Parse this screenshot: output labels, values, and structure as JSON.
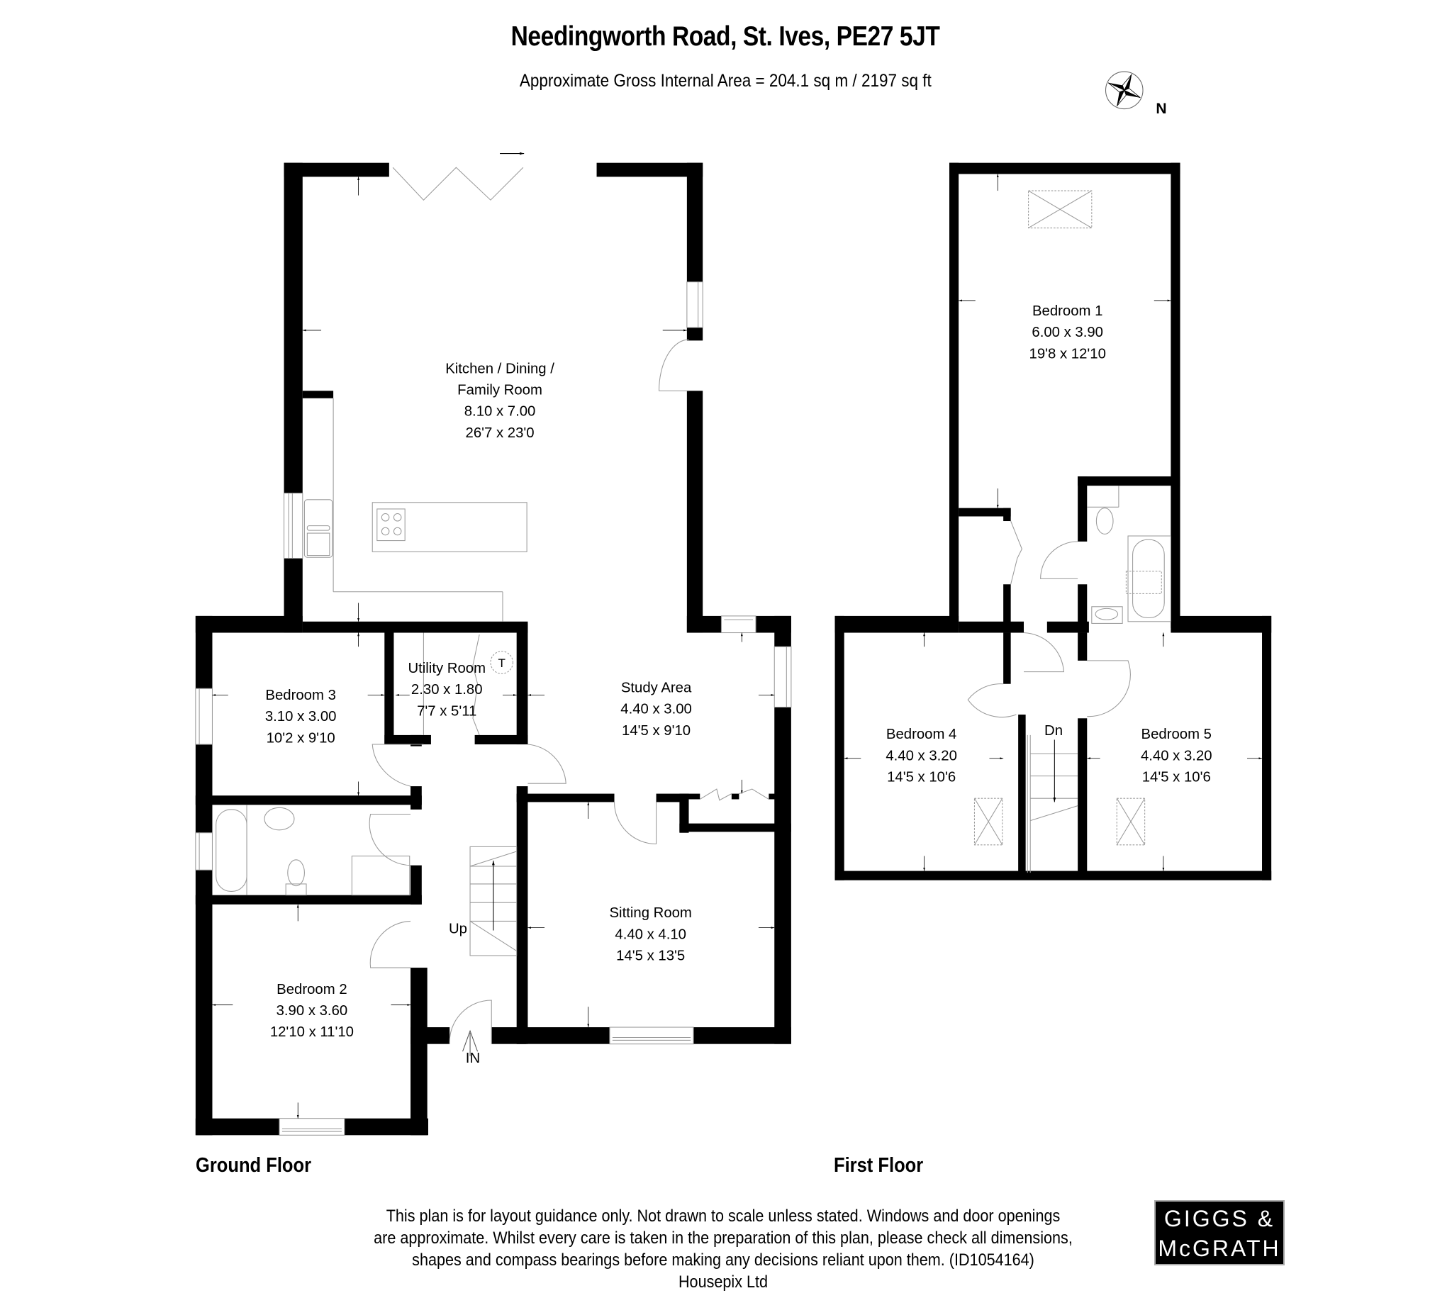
{
  "header": {
    "title": "Needingworth Road, St. Ives, PE27 5JT",
    "subtitle": "Approximate Gross Internal Area = 204.1 sq m / 2197 sq ft",
    "compass_label": "N",
    "compass_icon": "compass-rose-icon"
  },
  "ground_floor": {
    "label": "Ground Floor",
    "rooms": [
      {
        "name": "Kitchen / Dining /",
        "name2": "Family Room",
        "metric": "8.10 x 7.00",
        "imperial": "26'7 x 23'0"
      },
      {
        "name": "Bedroom 3",
        "metric": "3.10 x 3.00",
        "imperial": "10'2 x 9'10"
      },
      {
        "name": "Utility Room",
        "metric": "2.30 x 1.80",
        "imperial": "7'7 x 5'11"
      },
      {
        "name": "Study Area",
        "metric": "4.40 x 3.00",
        "imperial": "14'5 x 9'10"
      },
      {
        "name": "Sitting Room",
        "metric": "4.40 x 4.10",
        "imperial": "14'5 x 13'5"
      },
      {
        "name": "Bedroom 2",
        "metric": "3.90 x 3.60",
        "imperial": "12'10 x 11'10"
      }
    ],
    "stairs_label": "Up",
    "entrance_label": "IN",
    "boiler_label": "T"
  },
  "first_floor": {
    "label": "First Floor",
    "rooms": [
      {
        "name": "Bedroom 1",
        "metric": "6.00 x 3.90",
        "imperial": "19'8 x 12'10"
      },
      {
        "name": "Bedroom 4",
        "metric": "4.40 x 3.20",
        "imperial": "14'5 x 10'6"
      },
      {
        "name": "Bedroom 5",
        "metric": "4.40 x 3.20",
        "imperial": "14'5 x 10'6"
      }
    ],
    "stairs_label": "Dn"
  },
  "footer": {
    "disclaimer_lines": [
      "This plan is for layout guidance only. Not drawn to scale unless stated. Windows and door openings",
      "are approximate. Whilst every care is taken in the preparation of this plan, please check all dimensions,",
      "shapes and compass bearings before making any decisions reliant upon them. (ID1054164)",
      "Housepix Ltd"
    ],
    "logo_line1": "GIGGS &",
    "logo_line2": "McGRATH"
  },
  "colors": {
    "wall": "#000000",
    "fixture_line": "#9a9a9a",
    "background": "#ffffff",
    "logo_bg": "#000000",
    "logo_text": "#ffffff"
  }
}
